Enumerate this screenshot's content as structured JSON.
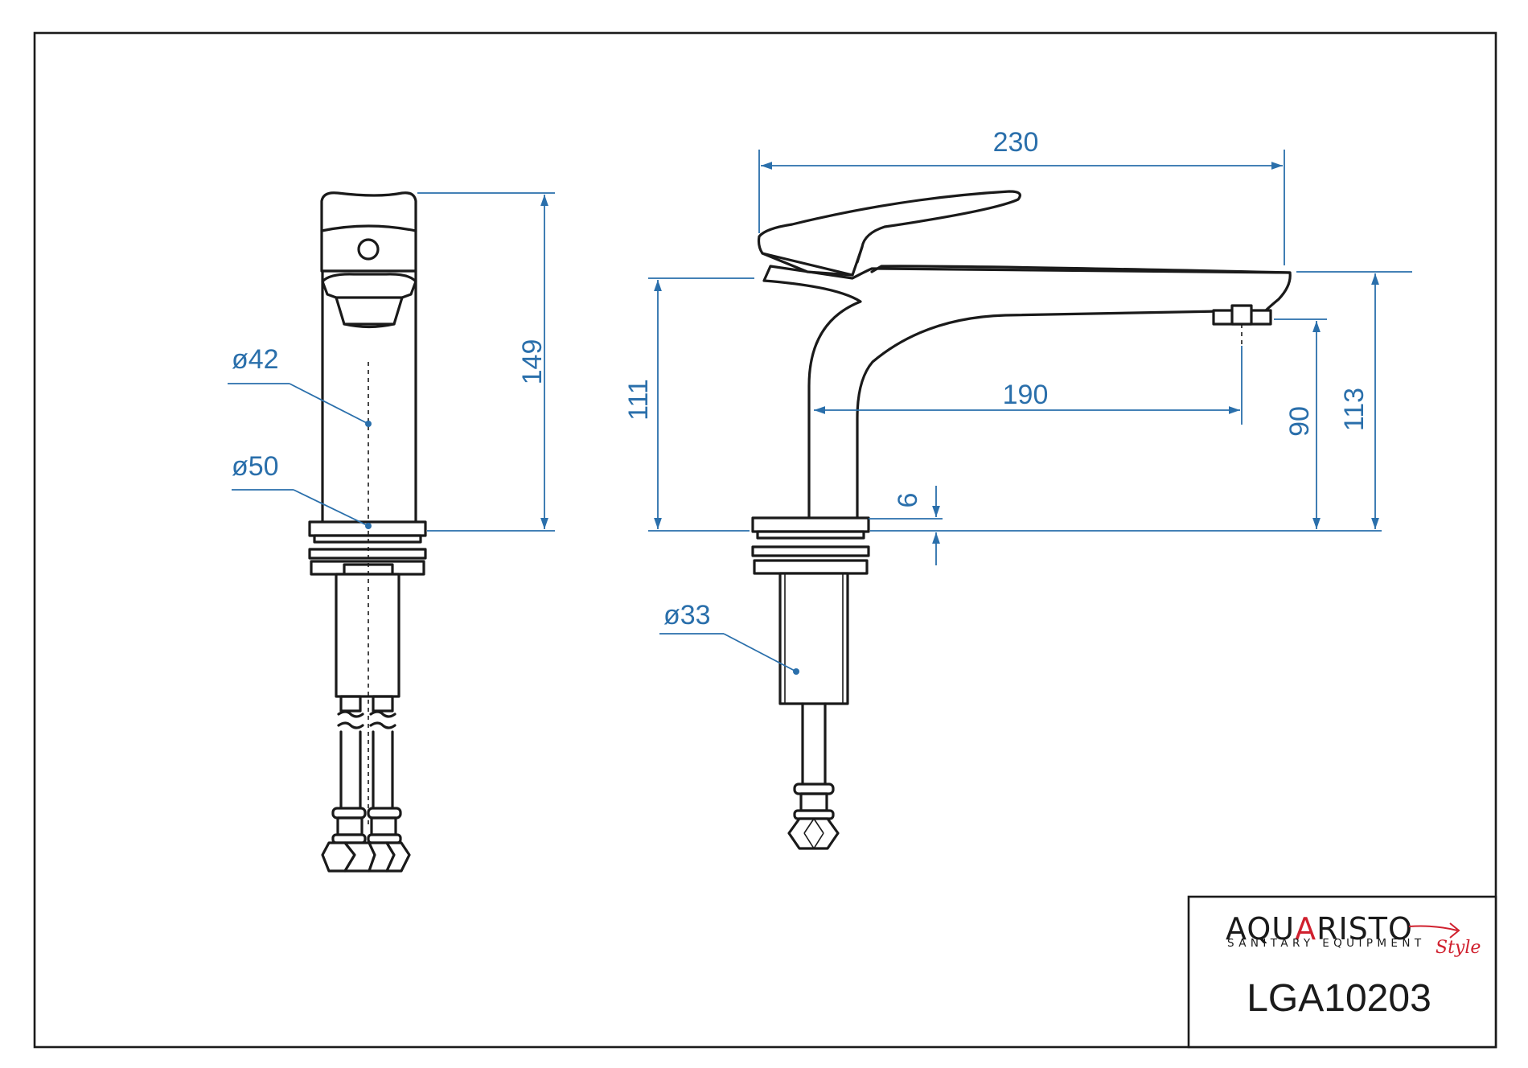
{
  "drawing": {
    "dimensions": {
      "front_body_diameter": "ø42",
      "front_base_diameter": "ø50",
      "front_height": "149",
      "side_total_length": "230",
      "side_body_height": "111",
      "side_reach": "190",
      "side_spout_height": "113",
      "side_outlet_height": "90",
      "side_base_thickness": "6",
      "side_shank_diameter": "ø33"
    },
    "colors": {
      "line": "#1a1a1a",
      "dimension": "#2a6fab",
      "brand_accent": "#d0202e"
    }
  },
  "title_block": {
    "brand_part1": "AQU",
    "brand_accent_letter": "A",
    "brand_part2": "RISTO",
    "brand_subtitle": "SANITARY EQUIPMENT",
    "brand_style": "Style",
    "product_code": "LGA10203"
  }
}
